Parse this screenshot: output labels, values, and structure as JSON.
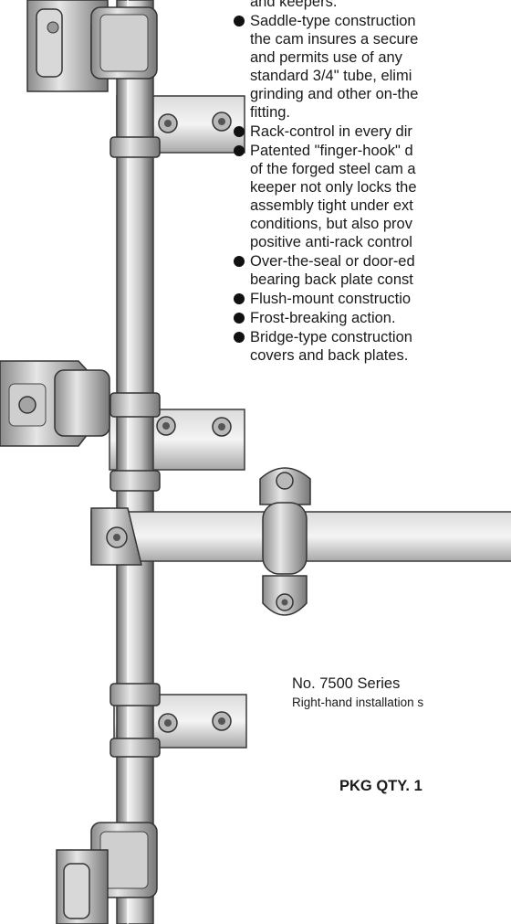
{
  "features": [
    {
      "lines": [
        "and keepers."
      ],
      "bullet": false
    },
    {
      "lines": [
        "Saddle-type construction",
        "the cam insures a secure",
        "and permits use of any",
        "standard 3/4\" tube, elimi",
        "grinding and other on-the",
        "fitting."
      ],
      "bullet": true
    },
    {
      "lines": [
        "Rack-control in every dir"
      ],
      "bullet": true
    },
    {
      "lines": [
        "Patented \"finger-hook\" d",
        "of the forged steel cam a",
        "keeper not only locks the",
        "assembly tight under ext",
        "conditions, but also prov",
        "positive anti-rack control"
      ],
      "bullet": true
    },
    {
      "lines": [
        "Over-the-seal or door-ed",
        "bearing back plate const"
      ],
      "bullet": true
    },
    {
      "lines": [
        "Flush-mount constructio"
      ],
      "bullet": true
    },
    {
      "lines": [
        "Frost-breaking action."
      ],
      "bullet": true
    },
    {
      "lines": [
        "Bridge-type construction",
        "covers and back plates."
      ],
      "bullet": true
    }
  ],
  "caption": {
    "series": "No. 7500 Series",
    "subtitle": "Right-hand installation s"
  },
  "pkg_qty": "PKG QTY. 1",
  "colors": {
    "metal_light": "#f1f1f1",
    "metal_mid": "#b9b9b9",
    "metal_dark": "#6a6a6a",
    "outline": "#3a3a3a",
    "text": "#1a1a1a"
  }
}
